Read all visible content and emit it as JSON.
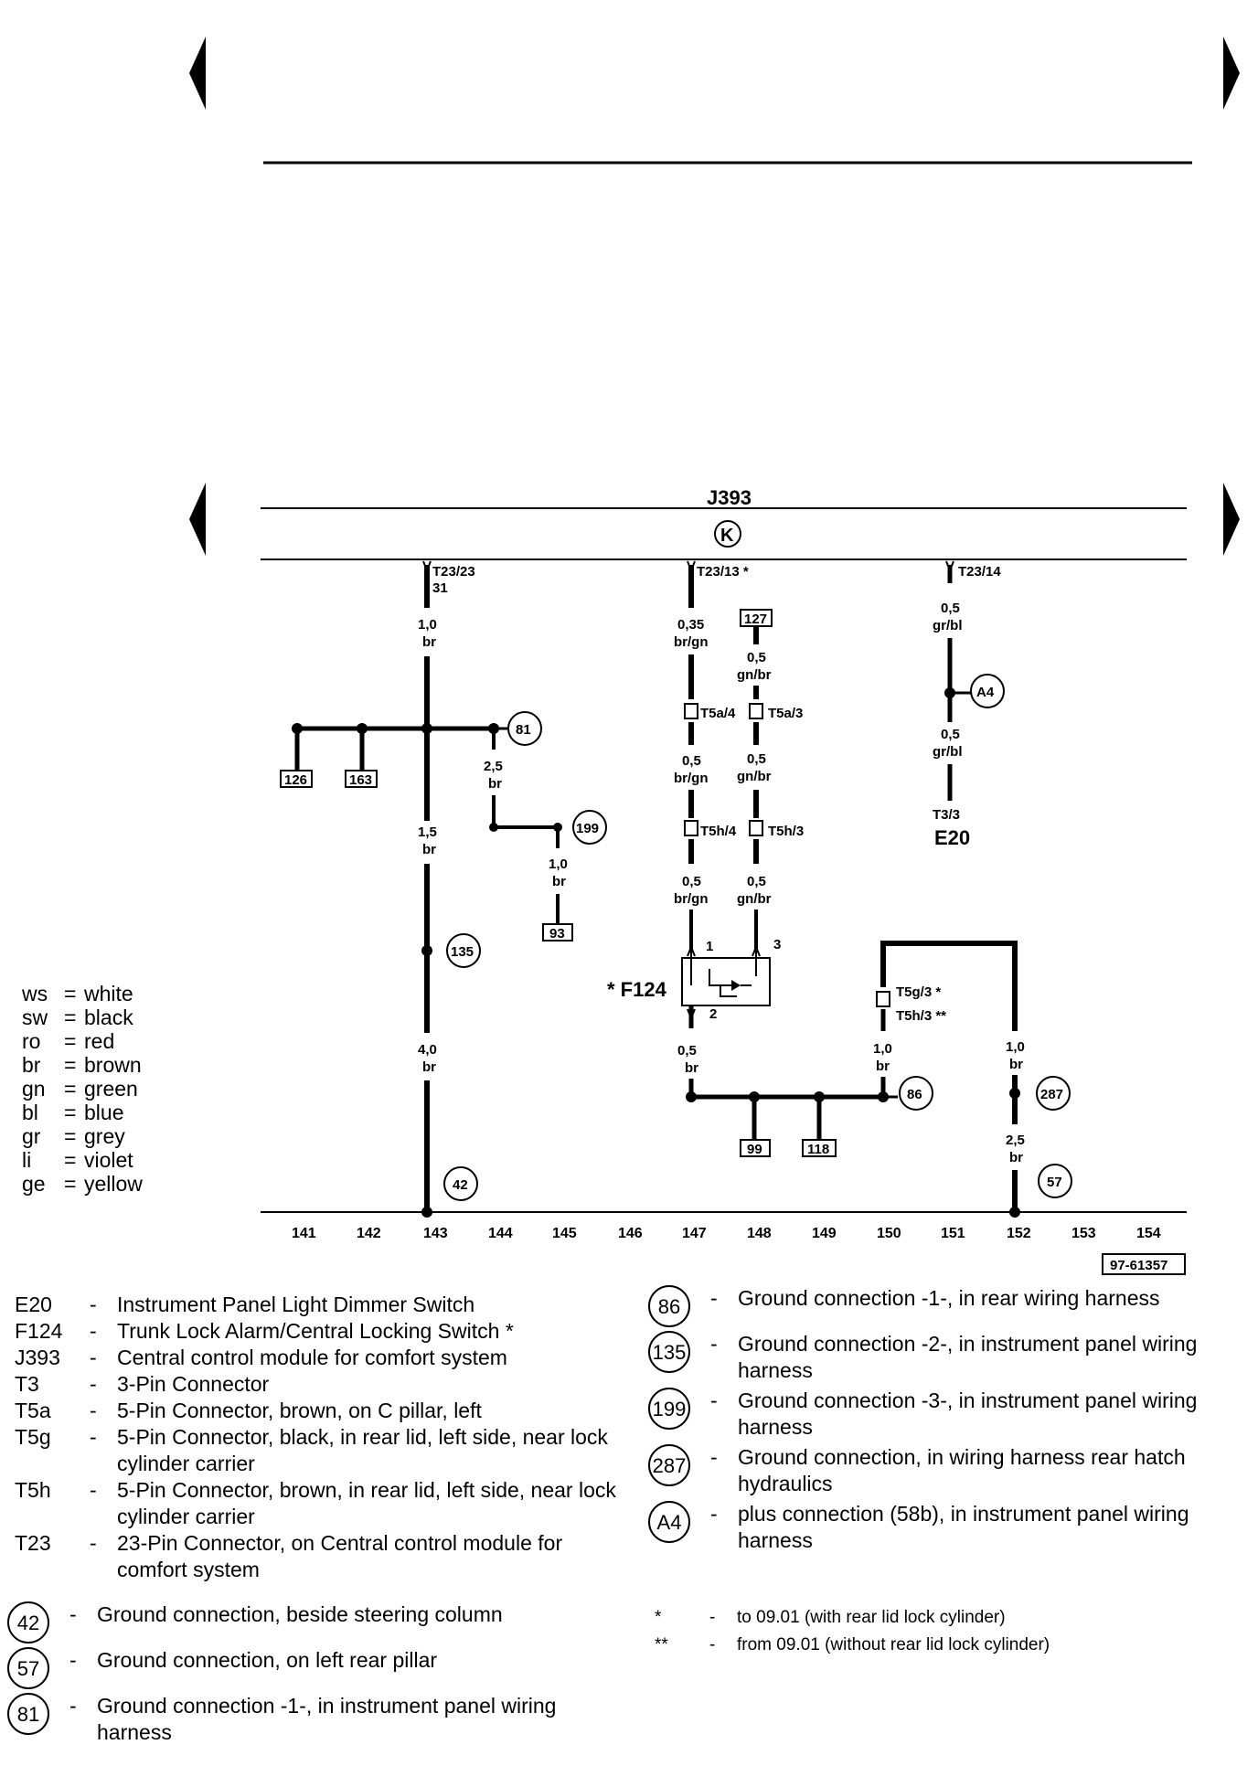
{
  "module": {
    "label": "J393",
    "symbol": "K"
  },
  "connections": {
    "c143": {
      "pin": "T23/23",
      "pin2": "31",
      "w1_size": "1,0",
      "w1_color": "br",
      "w2_size": "2,5",
      "w2_color": "br",
      "w3_size": "1,5",
      "w3_color": "br",
      "w4_size": "1,0",
      "w4_color": "br",
      "w5_size": "4,0",
      "w5_color": "br"
    },
    "c147": {
      "pin": "T23/13 *",
      "w1_size": "0,35",
      "w1_color": "br/gn",
      "w2_size": "0,5",
      "w2_color": "br/gn",
      "w3_size": "0,5",
      "w3_color": "br/gn",
      "w4_size": "0,5",
      "w4_color": "br"
    },
    "c148": {
      "w1_size": "0,5",
      "w1_color": "gn/br",
      "w2_size": "0,5",
      "w2_color": "gn/br",
      "w3_size": "0,5",
      "w3_color": "gn/br"
    },
    "c151": {
      "pin": "T23/14",
      "w1_size": "0,5",
      "w1_color": "gr/bl",
      "w2_size": "0,5",
      "w2_color": "gr/bl",
      "t3": "T3/3",
      "e20": "E20"
    },
    "c150": {
      "w_size": "1,0",
      "w_color": "br"
    },
    "c152": {
      "w1_size": "1,0",
      "w1_color": "br",
      "w2_size": "2,5",
      "w2_color": "br"
    }
  },
  "connectors": {
    "t5a4": "T5a/4",
    "t5a3": "T5a/3",
    "t5h4": "T5h/4",
    "t5h3": "T5h/3",
    "t5g3": "T5g/3 *",
    "t5h3b": "T5h/3 **"
  },
  "switch": {
    "label": "* F124",
    "pin1": "1",
    "pin2": "2",
    "pin3": "3"
  },
  "refs": {
    "r126": "126",
    "r163": "163",
    "r93": "93",
    "r127": "127",
    "r99": "99",
    "r118": "118"
  },
  "grounds": {
    "g81": "81",
    "g199": "199",
    "g135": "135",
    "g42": "42",
    "g86": "86",
    "g287": "287",
    "g57": "57",
    "a4": "A4"
  },
  "columns": [
    "141",
    "142",
    "143",
    "144",
    "145",
    "146",
    "147",
    "148",
    "149",
    "150",
    "151",
    "152",
    "153",
    "154"
  ],
  "figure_id": "97-61357",
  "color_legend": [
    {
      "code": "ws",
      "name": "white"
    },
    {
      "code": "sw",
      "name": "black"
    },
    {
      "code": "ro",
      "name": "red"
    },
    {
      "code": "br",
      "name": "brown"
    },
    {
      "code": "gn",
      "name": "green"
    },
    {
      "code": "bl",
      "name": "blue"
    },
    {
      "code": "gr",
      "name": "grey"
    },
    {
      "code": "li",
      "name": "violet"
    },
    {
      "code": "ge",
      "name": "yellow"
    }
  ],
  "components": [
    {
      "code": "E20",
      "desc": "Instrument Panel Light Dimmer Switch"
    },
    {
      "code": "F124",
      "desc": "Trunk Lock Alarm/Central Locking Switch *"
    },
    {
      "code": "J393",
      "desc": "Central control module for comfort system"
    },
    {
      "code": "T3",
      "desc": "3-Pin Connector"
    },
    {
      "code": "T5a",
      "desc": "5-Pin Connector, brown, on C pillar, left"
    },
    {
      "code": "T5g",
      "desc": "5-Pin Connector, black, in rear lid, left side, near lock cylinder carrier"
    },
    {
      "code": "T5h",
      "desc": "5-Pin Connector, brown, in rear lid, left side, near lock cylinder carrier"
    },
    {
      "code": "T23",
      "desc": "23-Pin Connector, on Central control module for comfort system"
    }
  ],
  "ground_legend_left": [
    {
      "num": "42",
      "desc": "Ground connection, beside steering column"
    },
    {
      "num": "57",
      "desc": "Ground connection, on left rear pillar"
    },
    {
      "num": "81",
      "desc": "Ground connection -1-, in instrument panel wiring harness"
    }
  ],
  "ground_legend_right": [
    {
      "num": "86",
      "desc": "Ground connection -1-, in rear wiring harness"
    },
    {
      "num": "135",
      "desc": "Ground connection -2-, in instrument panel wiring harness"
    },
    {
      "num": "199",
      "desc": "Ground connection -3-, in instrument panel wiring harness"
    },
    {
      "num": "287",
      "desc": "Ground connection, in wiring harness rear hatch hydraulics"
    },
    {
      "num": "A4",
      "desc": "plus connection (58b), in instrument panel wiring harness"
    }
  ],
  "notes": [
    {
      "mark": "*",
      "text": "to 09.01 (with rear lid lock cylinder)"
    },
    {
      "mark": "**",
      "text": "from 09.01 (without rear lid lock cylinder)"
    }
  ]
}
